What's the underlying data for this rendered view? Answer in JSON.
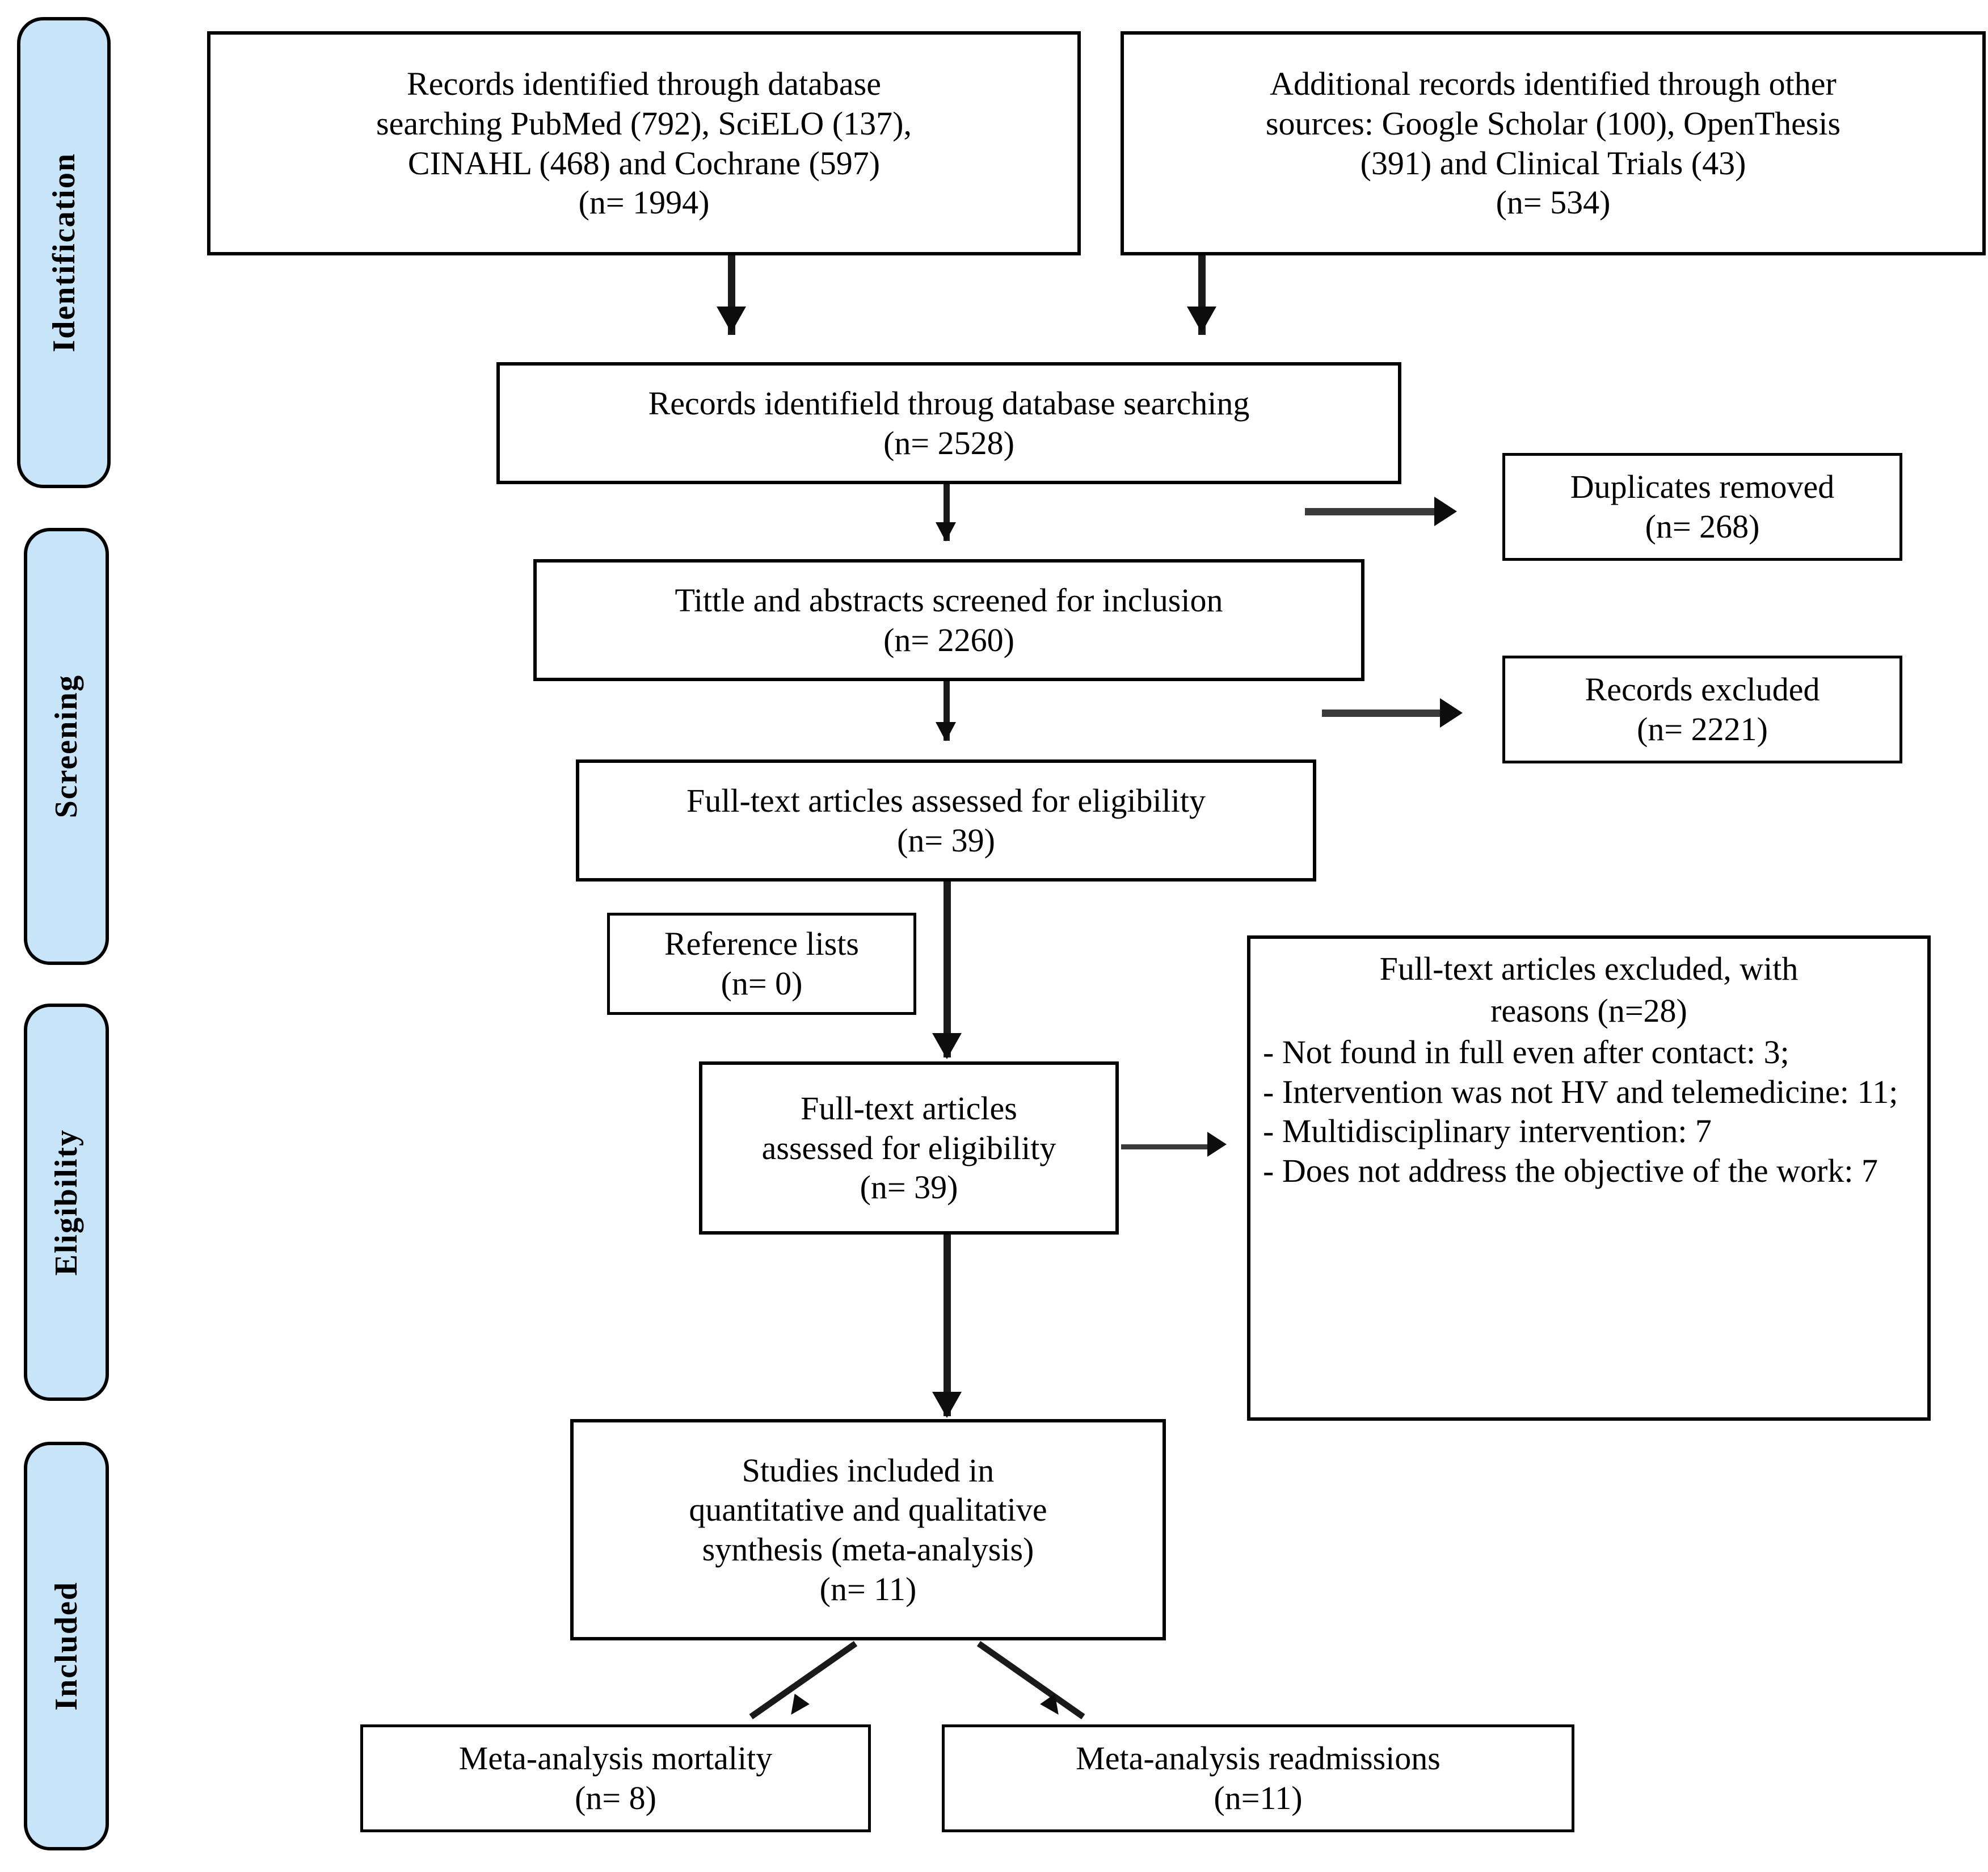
{
  "diagram": {
    "type": "prisma-flow-diagram",
    "stages": [
      {
        "id": "identification",
        "label": "Identification"
      },
      {
        "id": "screening",
        "label": "Screening"
      },
      {
        "id": "eligibility",
        "label": "Eligibility"
      },
      {
        "id": "included",
        "label": "Included"
      }
    ],
    "boxes": {
      "database_search": {
        "lines": [
          "Records identified through database",
          "searching PubMed (792), SciELO (137),",
          "CINAHL (468) and Cochrane (597)",
          "(n= 1994)"
        ]
      },
      "other_sources": {
        "lines": [
          "Additional records identified through other",
          "sources: Google Scholar (100), OpenThesis",
          "(391) and Clinical Trials (43)",
          "(n= 534)"
        ]
      },
      "combined_records": {
        "lines": [
          "Records identifield throug database searching",
          "(n= 2528)"
        ]
      },
      "duplicates_removed": {
        "lines": [
          "Duplicates removed",
          "(n= 268)"
        ]
      },
      "titles_screened": {
        "lines": [
          "Tittle and abstracts screened for inclusion",
          "(n= 2260)"
        ]
      },
      "records_excluded": {
        "lines": [
          "Records excluded",
          "(n= 2221)"
        ]
      },
      "fulltext_assessed_screening": {
        "lines": [
          "Full-text articles assessed for eligibility",
          "(n= 39)"
        ]
      },
      "reference_lists": {
        "lines": [
          "Reference lists",
          "(n= 0)"
        ]
      },
      "fulltext_assessed_eligibility": {
        "lines": [
          "Full-text articles",
          "assessed for eligibility",
          "(n= 39)"
        ]
      },
      "fulltext_excluded_reasons": {
        "title_lines": [
          "Full-text articles excluded, with",
          "reasons (n=28)"
        ],
        "reasons": [
          "- Not found in full even after contact: 3;",
          "- Intervention was not HV and telemedicine: 11;",
          "- Multidisciplinary intervention: 7",
          "- Does not address the objective of the work: 7"
        ]
      },
      "studies_included": {
        "lines": [
          "Studies included in",
          "quantitative and qualitative",
          "synthesis (meta-analysis)",
          "(n= 11)"
        ]
      },
      "meta_mortality": {
        "lines": [
          "Meta-analysis mortality",
          "(n= 8)"
        ]
      },
      "meta_readmissions": {
        "lines": [
          "Meta-analysis readmissions",
          "(n=11)"
        ]
      }
    },
    "colors": {
      "stage_bar_fill": "#c7e4f8",
      "stage_bar_border": "#000000",
      "box_border": "#000000",
      "box_fill": "#ffffff",
      "connector": "#1a1a1a"
    }
  }
}
